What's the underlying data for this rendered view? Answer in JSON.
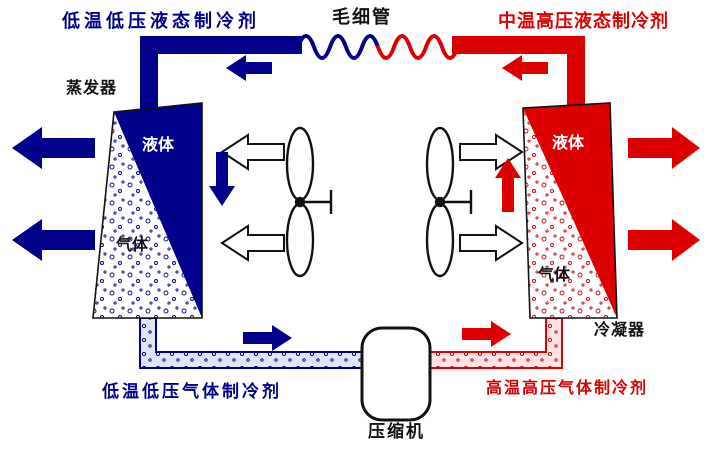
{
  "diagram": {
    "top_left_label": "低温低压液态制冷剂",
    "capillary_label": "毛细管",
    "top_right_label": "中温高压液态制冷剂",
    "evaporator_label": "蒸发器",
    "condenser_label": "冷凝器",
    "compressor_label": "压缩机",
    "bottom_left_label": "低温低压气体制冷剂",
    "bottom_right_label": "高温高压气体制冷剂",
    "evaporator_liquid_label": "液体",
    "evaporator_gas_label": "气体",
    "condenser_liquid_label": "液体",
    "condenser_gas_label": "气体"
  },
  "colors": {
    "cold": "#00008B",
    "hot": "#DD0000",
    "outline": "#111111",
    "background": "#FFFFFF"
  }
}
